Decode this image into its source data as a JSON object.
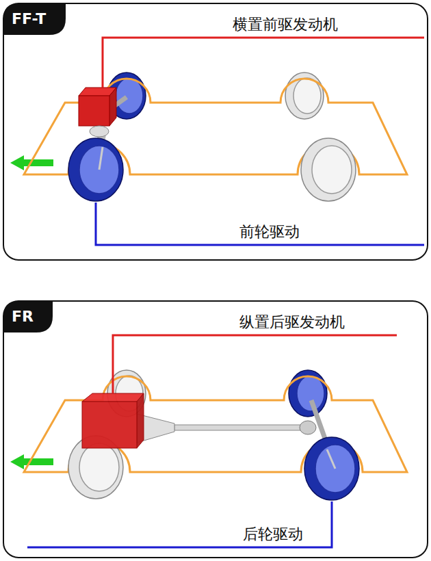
{
  "diagram": {
    "nodes": [
      {
        "text": [
          "FF-T"
        ]
      },
      {
        "text": [
          "FR"
        ]
      }
    ],
    "labels": [
      "横置前驱发动机",
      "前轮驱动",
      "纵置后驱发动机",
      "后轮驱动"
    ]
  }
}
